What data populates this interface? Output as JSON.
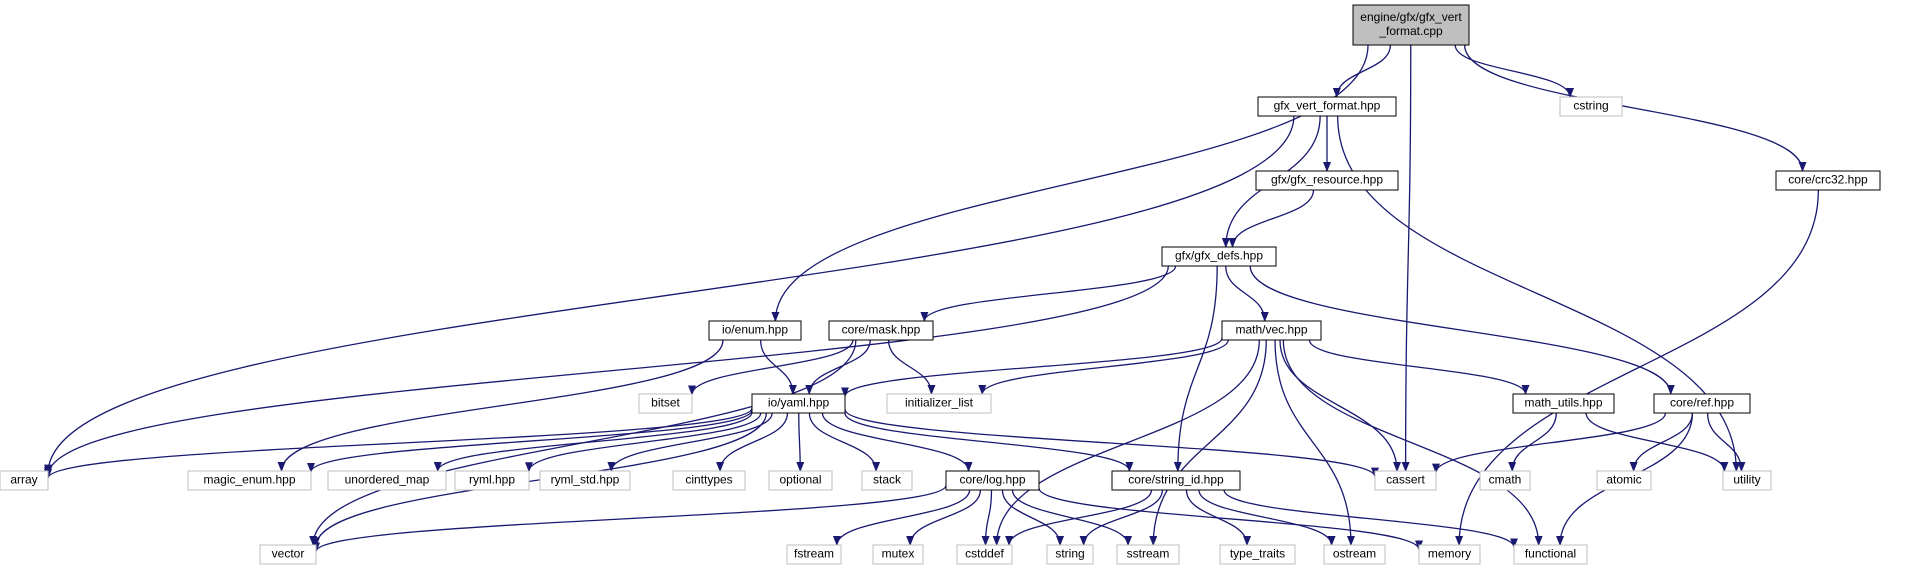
{
  "colors": {
    "edge": "#191970",
    "root_fill": "#bfbfbf",
    "node_border": "#000000",
    "external_border": "#bfbfbf",
    "text": "#000000"
  },
  "nodes": {
    "root": {
      "label": "engine/gfx/gfx_vert\n_format.cpp",
      "kind": "root"
    },
    "gfx_vert_format": {
      "label": "gfx_vert_format.hpp",
      "kind": "local"
    },
    "cstring": {
      "label": "cstring",
      "kind": "external"
    },
    "crc32": {
      "label": "core/crc32.hpp",
      "kind": "local"
    },
    "gfx_resource": {
      "label": "gfx/gfx_resource.hpp",
      "kind": "local"
    },
    "gfx_defs": {
      "label": "gfx/gfx_defs.hpp",
      "kind": "local"
    },
    "io_enum": {
      "label": "io/enum.hpp",
      "kind": "local"
    },
    "core_mask": {
      "label": "core/mask.hpp",
      "kind": "local"
    },
    "math_vec": {
      "label": "math/vec.hpp",
      "kind": "local"
    },
    "bitset": {
      "label": "bitset",
      "kind": "external"
    },
    "io_yaml": {
      "label": "io/yaml.hpp",
      "kind": "local"
    },
    "initializer_list": {
      "label": "initializer_list",
      "kind": "external"
    },
    "math_utils": {
      "label": "math_utils.hpp",
      "kind": "local"
    },
    "core_ref": {
      "label": "core/ref.hpp",
      "kind": "local"
    },
    "array": {
      "label": "array",
      "kind": "external"
    },
    "magic_enum": {
      "label": "magic_enum.hpp",
      "kind": "external"
    },
    "unordered_map": {
      "label": "unordered_map",
      "kind": "external"
    },
    "ryml": {
      "label": "ryml.hpp",
      "kind": "external"
    },
    "ryml_std": {
      "label": "ryml_std.hpp",
      "kind": "external"
    },
    "cinttypes": {
      "label": "cinttypes",
      "kind": "external"
    },
    "optional": {
      "label": "optional",
      "kind": "external"
    },
    "stack": {
      "label": "stack",
      "kind": "external"
    },
    "core_log": {
      "label": "core/log.hpp",
      "kind": "local"
    },
    "core_string_id": {
      "label": "core/string_id.hpp",
      "kind": "local"
    },
    "cassert": {
      "label": "cassert",
      "kind": "external"
    },
    "cmath": {
      "label": "cmath",
      "kind": "external"
    },
    "atomic": {
      "label": "atomic",
      "kind": "external"
    },
    "utility": {
      "label": "utility",
      "kind": "external"
    },
    "vector": {
      "label": "vector",
      "kind": "external"
    },
    "fstream": {
      "label": "fstream",
      "kind": "external"
    },
    "mutex": {
      "label": "mutex",
      "kind": "external"
    },
    "cstddef": {
      "label": "cstddef",
      "kind": "external"
    },
    "string": {
      "label": "string",
      "kind": "external"
    },
    "sstream": {
      "label": "sstream",
      "kind": "external"
    },
    "type_traits": {
      "label": "type_traits",
      "kind": "external"
    },
    "ostream": {
      "label": "ostream",
      "kind": "external"
    },
    "memory": {
      "label": "memory",
      "kind": "external"
    },
    "functional": {
      "label": "functional",
      "kind": "external"
    }
  },
  "edges": [
    [
      "root",
      "gfx_vert_format"
    ],
    [
      "root",
      "cstring"
    ],
    [
      "root",
      "crc32"
    ],
    [
      "root",
      "io_enum"
    ],
    [
      "root",
      "cassert"
    ],
    [
      "gfx_vert_format",
      "gfx_resource"
    ],
    [
      "gfx_vert_format",
      "gfx_defs"
    ],
    [
      "gfx_vert_format",
      "array"
    ],
    [
      "gfx_vert_format",
      "utility"
    ],
    [
      "gfx_resource",
      "gfx_defs"
    ],
    [
      "crc32",
      "memory"
    ],
    [
      "gfx_defs",
      "core_mask"
    ],
    [
      "gfx_defs",
      "math_vec"
    ],
    [
      "gfx_defs",
      "core_ref"
    ],
    [
      "gfx_defs",
      "core_string_id"
    ],
    [
      "gfx_defs",
      "array"
    ],
    [
      "io_enum",
      "io_yaml"
    ],
    [
      "io_enum",
      "magic_enum"
    ],
    [
      "core_mask",
      "bitset"
    ],
    [
      "core_mask",
      "io_yaml"
    ],
    [
      "core_mask",
      "initializer_list"
    ],
    [
      "core_mask",
      "vector"
    ],
    [
      "math_vec",
      "io_yaml"
    ],
    [
      "math_vec",
      "initializer_list"
    ],
    [
      "math_vec",
      "math_utils"
    ],
    [
      "math_vec",
      "cassert"
    ],
    [
      "math_vec",
      "cstddef"
    ],
    [
      "math_vec",
      "sstream"
    ],
    [
      "math_vec",
      "ostream"
    ],
    [
      "math_vec",
      "functional"
    ],
    [
      "io_yaml",
      "array"
    ],
    [
      "io_yaml",
      "magic_enum"
    ],
    [
      "io_yaml",
      "unordered_map"
    ],
    [
      "io_yaml",
      "ryml"
    ],
    [
      "io_yaml",
      "ryml_std"
    ],
    [
      "io_yaml",
      "cinttypes"
    ],
    [
      "io_yaml",
      "optional"
    ],
    [
      "io_yaml",
      "stack"
    ],
    [
      "io_yaml",
      "core_log"
    ],
    [
      "io_yaml",
      "core_string_id"
    ],
    [
      "io_yaml",
      "cassert"
    ],
    [
      "io_yaml",
      "vector"
    ],
    [
      "math_utils",
      "cmath"
    ],
    [
      "math_utils",
      "utility"
    ],
    [
      "core_ref",
      "cassert"
    ],
    [
      "core_ref",
      "atomic"
    ],
    [
      "core_ref",
      "utility"
    ],
    [
      "core_ref",
      "functional"
    ],
    [
      "core_log",
      "vector"
    ],
    [
      "core_log",
      "fstream"
    ],
    [
      "core_log",
      "mutex"
    ],
    [
      "core_log",
      "cstddef"
    ],
    [
      "core_log",
      "string"
    ],
    [
      "core_log",
      "sstream"
    ],
    [
      "core_log",
      "memory"
    ],
    [
      "core_string_id",
      "cstddef"
    ],
    [
      "core_string_id",
      "string"
    ],
    [
      "core_string_id",
      "type_traits"
    ],
    [
      "core_string_id",
      "ostream"
    ],
    [
      "core_string_id",
      "functional"
    ]
  ]
}
